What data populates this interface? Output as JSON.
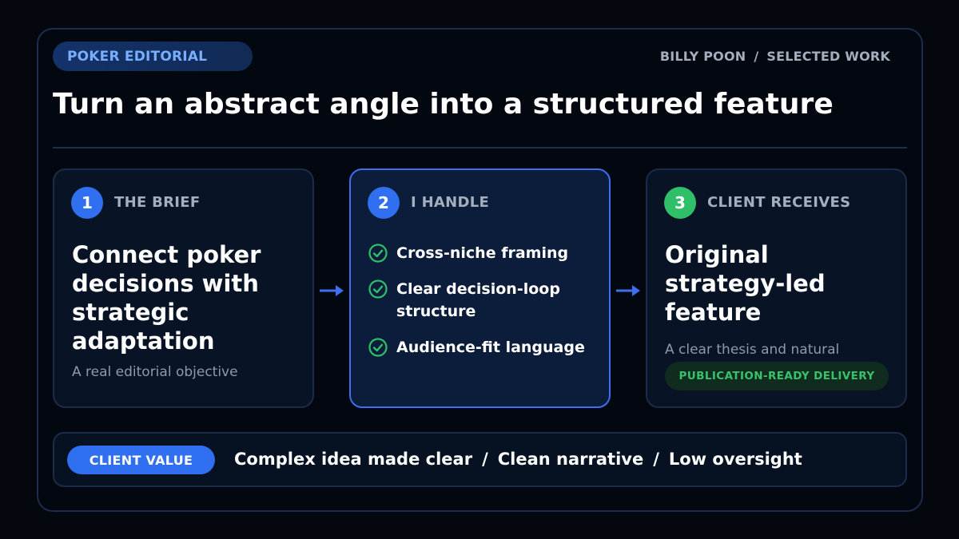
{
  "header": {
    "tag": "POKER EDITORIAL",
    "byline_author": "BILLY POON",
    "byline_separator": "/",
    "byline_section": "SELECTED WORK",
    "title": "Turn an abstract angle into a structured feature"
  },
  "steps": [
    {
      "number": "1",
      "label": "THE BRIEF",
      "headline": "Connect poker decisions with strategic adaptation",
      "subtext": "A real editorial objective"
    },
    {
      "number": "2",
      "label": "I HANDLE",
      "items": [
        {
          "icon": "check-circle-icon",
          "text": "Cross-niche framing"
        },
        {
          "icon": "check-circle-icon",
          "text": "Clear decision-loop structure"
        },
        {
          "icon": "check-circle-icon",
          "text": "Audience-fit language"
        }
      ]
    },
    {
      "number": "3",
      "label": "CLIENT RECEIVES",
      "headline": "Original strategy-led feature",
      "subtext": "A clear thesis and natural",
      "badge": "PUBLICATION-READY DELIVERY"
    }
  ],
  "value": {
    "label": "CLIENT VALUE",
    "points": [
      "Complex idea made clear",
      "Clean narrative",
      "Low oversight"
    ],
    "separator": "/"
  },
  "colors": {
    "background": "#04070d",
    "accent_blue": "#2f6ff0",
    "accent_green": "#2fbf68",
    "muted_text": "#a4aebd",
    "card_border": "#1b2c4b"
  }
}
